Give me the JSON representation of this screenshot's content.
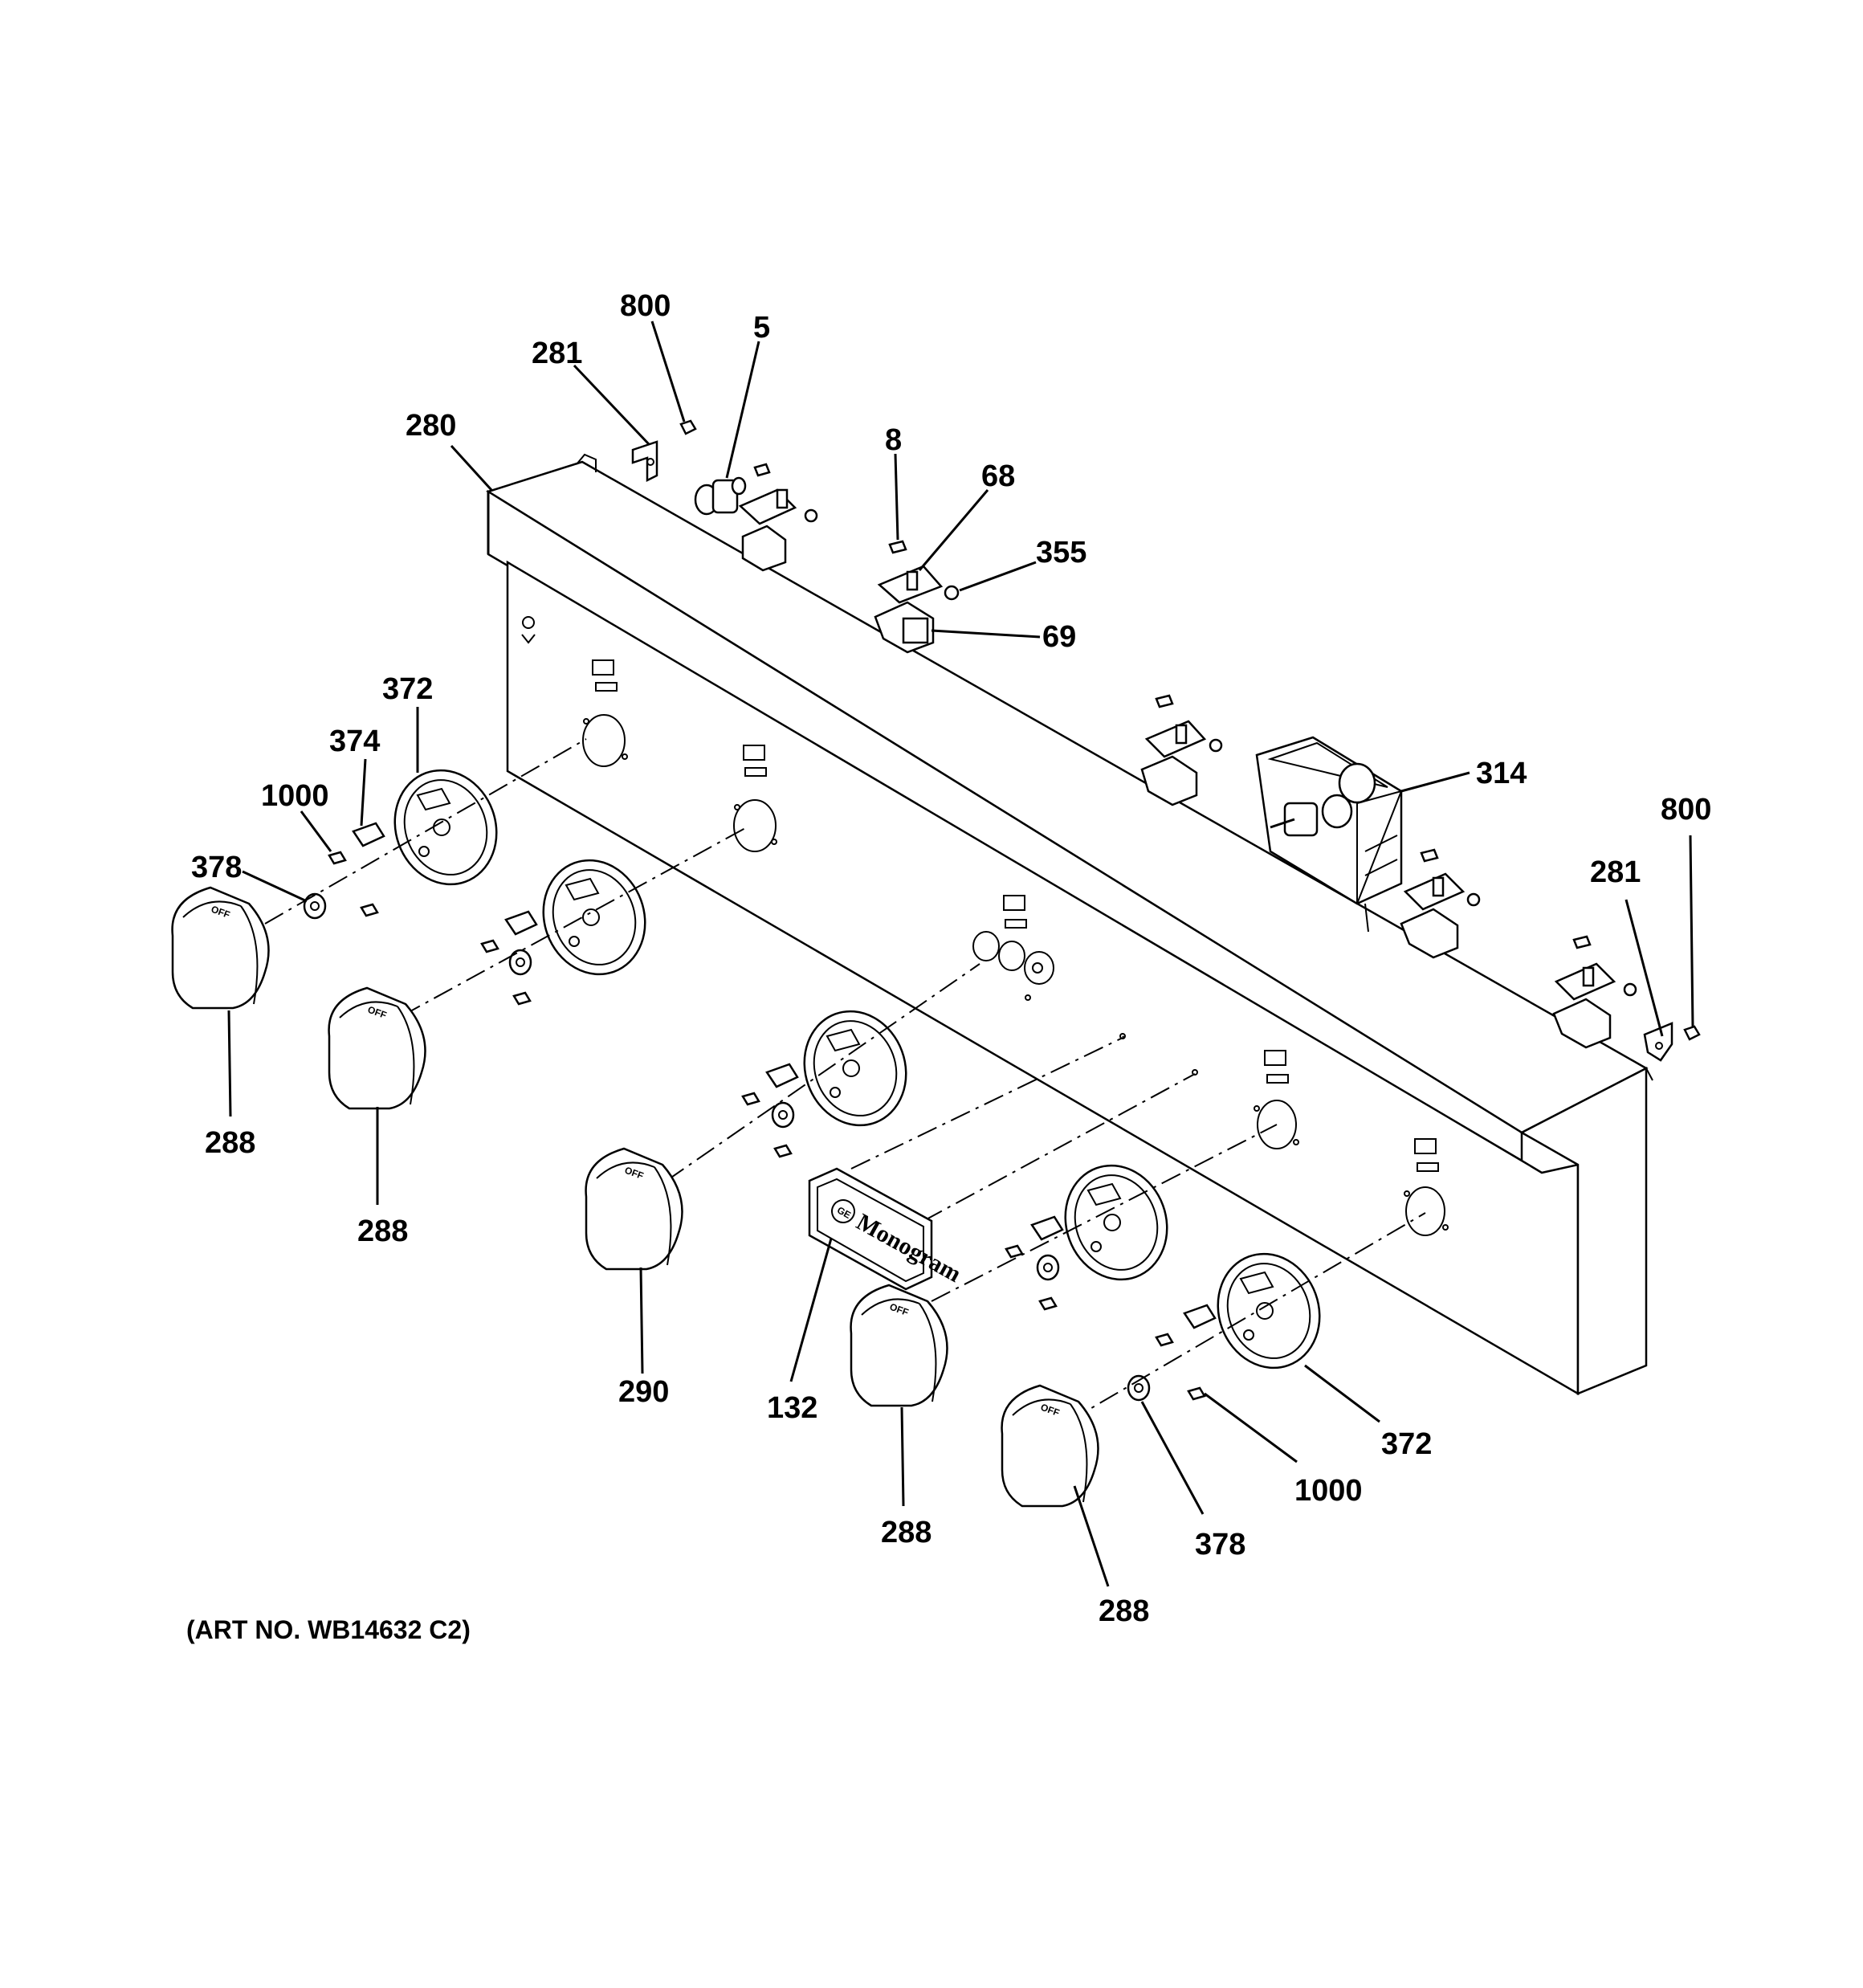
{
  "labels": {
    "l800a": "800",
    "l281a": "281",
    "l5": "5",
    "l280": "280",
    "l8": "8",
    "l68": "68",
    "l355": "355",
    "l69": "69",
    "l372a": "372",
    "l374": "374",
    "l1000a": "1000",
    "l378a": "378",
    "l314": "314",
    "l800b": "800",
    "l281b": "281",
    "l288a": "288",
    "l288b": "288",
    "l290": "290",
    "l132": "132",
    "l372b": "372",
    "l1000b": "1000",
    "l378b": "378",
    "l288c": "288",
    "l288d": "288"
  },
  "caption": "(ART NO. WB14632 C2)",
  "nameplate_text": "Monogram"
}
